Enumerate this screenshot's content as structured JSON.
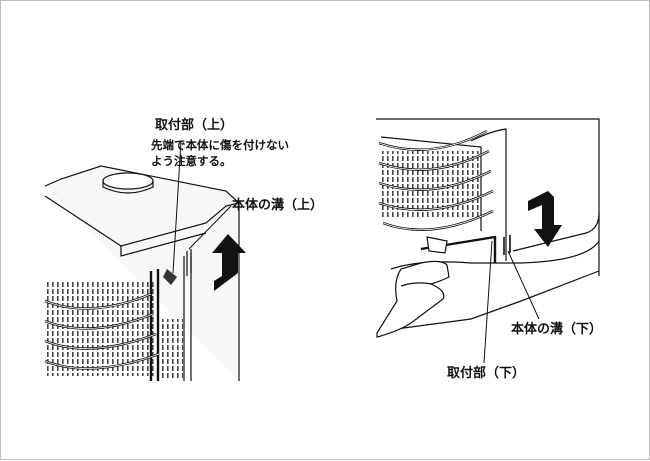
{
  "left_panel": {
    "mount_upper_label": "取付部（上）",
    "caution_line1": "先端で本体に傷を付けない",
    "caution_line2": "よう注意する。",
    "groove_upper_label": "本体の溝（上）"
  },
  "right_panel": {
    "groove_lower_label": "本体の溝（下）",
    "mount_lower_label": "取付部（下）"
  }
}
